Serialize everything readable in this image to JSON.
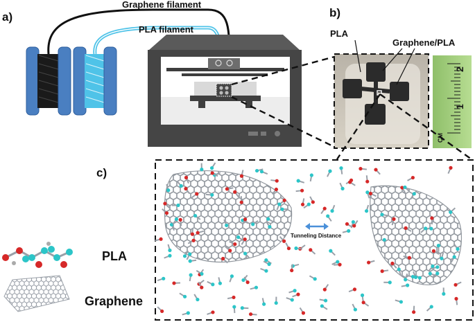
{
  "panels": {
    "a": "a)",
    "b": "b)",
    "c": "c)"
  },
  "filaments": {
    "graphene": "Graphene filament",
    "pla": "PLA filament"
  },
  "photo": {
    "label_pla": "PLA",
    "label_graphene_pla": "Graphene/PLA",
    "ruler_marks": [
      "2",
      "1"
    ],
    "ruler_unit": "CM"
  },
  "molecular": {
    "annotation": "Tunneling Distance"
  },
  "legend": {
    "pla": "PLA",
    "graphene": "Graphene"
  },
  "colors": {
    "spool_blue": "#4a7fc1",
    "graphene_wire": "#111111",
    "pla_wire": "#4fc3e8",
    "printer_dark": "#454545",
    "printer_bed": "#d9d9d9",
    "carbon": "#9aa0a8",
    "pla_cyan": "#2cc5c8",
    "oxygen": "#d62828",
    "arrow": "#4a90d9"
  }
}
